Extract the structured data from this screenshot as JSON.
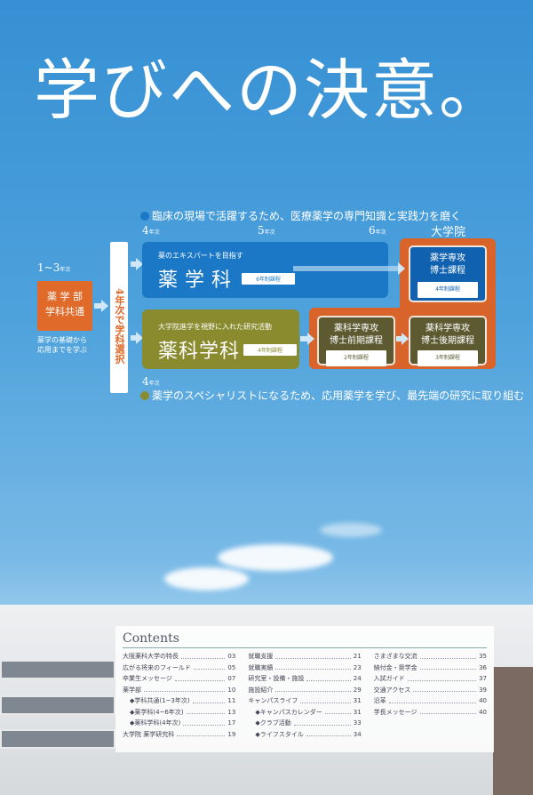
{
  "title": "学びへの決意。",
  "diagram": {
    "top_lead": "臨床の現場で活躍するため、医療薬学の専門知識と実践力を磨く",
    "bottom_lead": "薬学のスペシャリストになるため、応用薬学を学び、最先端の研究に取り組む",
    "colors": {
      "blue": "#1a78c6",
      "olive": "#8a8a2e",
      "orange": "#d9642b",
      "dark_olive": "#5d5a32",
      "dark_blue": "#1062b0"
    },
    "years": {
      "y4": "4",
      "y5": "5",
      "y6": "6",
      "suffix": "年次",
      "grad": "大学院",
      "y13": "1~3",
      "y4b": "4"
    },
    "common": {
      "line1": "薬 学 部",
      "line2": "学科共通",
      "desc1": "薬学の基礎から",
      "desc2": "応用までを学ぶ"
    },
    "select": "4年次で学科選択",
    "pharmacy": {
      "sub": "薬のエキスパートを目指す",
      "name": "薬学科",
      "tag": "6年制課程"
    },
    "pharm_sci": {
      "sub": "大学院進学を視野に入れた研究活動",
      "name": "薬科学科",
      "tag": "4年制課程"
    },
    "grad_phd": {
      "l1": "薬学専攻",
      "l2": "博士課程",
      "tag": "4年制課程"
    },
    "grad_master": {
      "l1": "薬科学専攻",
      "l2": "博士前期課程",
      "tag": "2年制課程"
    },
    "grad_doctor": {
      "l1": "薬科学専攻",
      "l2": "博士後期課程",
      "tag": "3年制課程"
    }
  },
  "contents": {
    "heading": "Contents",
    "columns": [
      [
        {
          "l": "大阪薬科大学の特長",
          "p": "03"
        },
        {
          "l": "広がる将来のフィールド",
          "p": "05"
        },
        {
          "l": "卒業生メッセージ",
          "p": "07"
        },
        {
          "l": "薬学部",
          "p": "10"
        },
        {
          "l": "◆学科共通(1~3年次)",
          "p": "11",
          "sub": true
        },
        {
          "l": "◆薬学科(4~6年次)",
          "p": "13",
          "sub": true
        },
        {
          "l": "◆薬科学科(4年次)",
          "p": "17",
          "sub": true
        },
        {
          "l": "大学院 薬学研究科",
          "p": "19"
        }
      ],
      [
        {
          "l": "就職支援",
          "p": "21"
        },
        {
          "l": "就職実績",
          "p": "23"
        },
        {
          "l": "研究室・設備・施設",
          "p": "24"
        },
        {
          "l": "施設紹介",
          "p": "29"
        },
        {
          "l": "キャンパスライフ",
          "p": "31"
        },
        {
          "l": "◆キャンパスカレンダー",
          "p": "31",
          "sub": true
        },
        {
          "l": "◆クラブ活動",
          "p": "33",
          "sub": true
        },
        {
          "l": "◆ライフスタイル",
          "p": "34",
          "sub": true
        }
      ],
      [
        {
          "l": "さまざまな交流",
          "p": "35"
        },
        {
          "l": "納付金・奨学金",
          "p": "36"
        },
        {
          "l": "入試ガイド",
          "p": "37"
        },
        {
          "l": "交通アクセス",
          "p": "39"
        },
        {
          "l": "沿革",
          "p": "40"
        },
        {
          "l": "学長メッセージ",
          "p": "40"
        }
      ]
    ]
  }
}
